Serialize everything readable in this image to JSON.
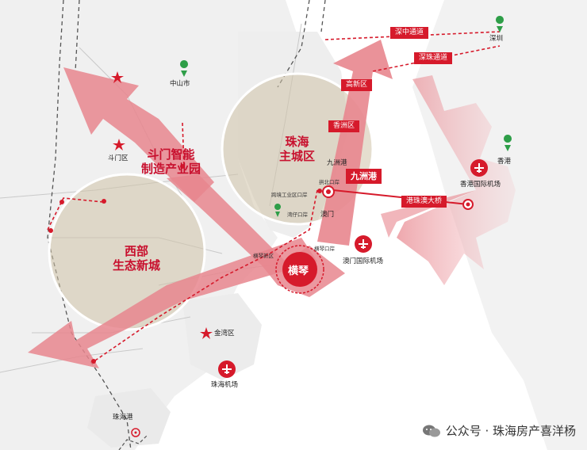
{
  "map": {
    "labels": {
      "shenzhong": "深中通道",
      "shenzhu": "深珠通道",
      "shenzhen": "深圳",
      "zhongshan": "中山市",
      "gaoxin": "高新区",
      "xiangzhou": "香洲区",
      "doumen_park_line1": "斗门智能",
      "doumen_park_line2": "制造产业园",
      "doumen_district": "斗门区",
      "zhuhai_main_line1": "珠海",
      "zhuhai_main_line2": "主城区",
      "jiuzhou_port_small": "九洲港",
      "jiuzhou_port": "九洲港",
      "hk": "香港",
      "hk_airport": "香港国际机场",
      "gongbei": "拱北口岸",
      "kuajing": "跨境工业区口岸",
      "wanzai": "湾仔口岸",
      "macau": "澳门",
      "hzm_bridge": "港珠澳大桥",
      "west_line1": "西部",
      "west_line2": "生态新城",
      "hengqin_district": "横琴新区",
      "hengqin_port": "横琴口岸",
      "hengqin": "横琴",
      "macau_airport": "澳门国际机场",
      "jinwan": "金湾区",
      "zhuhai_airport": "珠海机场",
      "zhuhai_port": "珠海港"
    },
    "colors": {
      "accent": "#d61a2b",
      "arrow": "#e8868e",
      "circle": "#cfc3a8",
      "water": "#ffffff",
      "land": "#f2f2f2"
    },
    "icons": [
      "location-pin-icon",
      "star-icon",
      "airplane-icon",
      "port-anchor-icon",
      "target-icon"
    ]
  },
  "watermark": {
    "text": "公众号 · 珠海房产喜洋杨"
  }
}
